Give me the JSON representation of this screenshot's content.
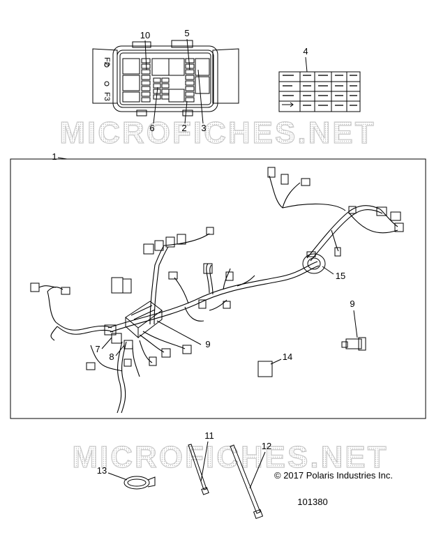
{
  "watermark": "MICROFICHES.NET",
  "callouts": {
    "c1": "1",
    "c2": "2",
    "c3": "3",
    "c4": "4",
    "c5": "5",
    "c6": "6",
    "c7": "7",
    "c8": "8",
    "c9a": "9",
    "c9b": "9",
    "c10": "10",
    "c11": "11",
    "c12": "12",
    "c13": "13",
    "c14": "14",
    "c15": "15"
  },
  "copyright": "© 2017 Polaris Industries Inc.",
  "drawing_number": "101380",
  "fuse_box_side_marks": {
    "top": "F2",
    "bottom": "F3"
  }
}
